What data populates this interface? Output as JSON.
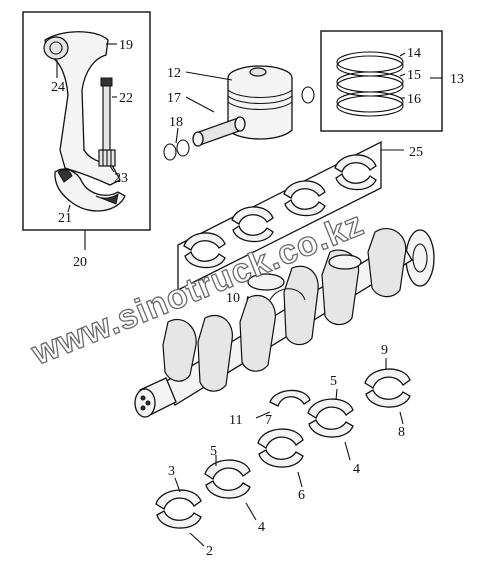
{
  "watermark": "www.sinotruck.co.kz",
  "labels": {
    "l19": "19",
    "l24": "24",
    "l22": "22",
    "l23": "23",
    "l21": "21",
    "l20": "20",
    "l12": "12",
    "l17": "17",
    "l18": "18",
    "l14": "14",
    "l15": "15",
    "l16": "16",
    "l13": "13",
    "l25": "25",
    "l10": "10",
    "l9": "9",
    "l8": "8",
    "l5a": "5",
    "l11": "11",
    "l7": "7",
    "l4a": "4",
    "l3": "3",
    "l5b": "5",
    "l6": "6",
    "l2": "2",
    "l4b": "4"
  }
}
